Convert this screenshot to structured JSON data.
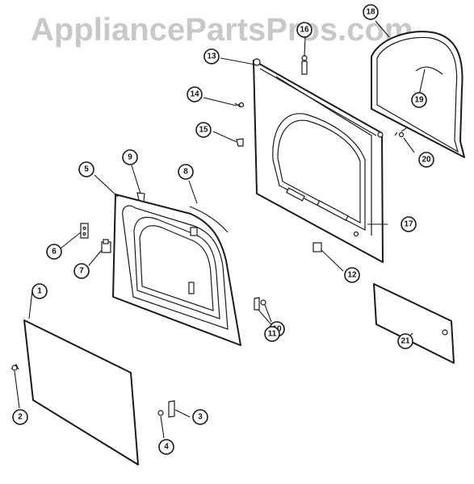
{
  "watermark": "AppliancePartsPros.com",
  "callouts": {
    "c1": "1",
    "c2": "2",
    "c3": "3",
    "c4": "4",
    "c5": "5",
    "c6": "6",
    "c7": "7",
    "c8": "8",
    "c9": "9",
    "c10": "10",
    "c11": "11",
    "c12": "12",
    "c13": "13",
    "c14": "14",
    "c15": "15",
    "c16": "16",
    "c17": "17",
    "c18": "18",
    "c19": "19",
    "c20": "20",
    "c21": "21"
  },
  "colors": {
    "line": "#1a1a1a",
    "watermark": "#c8c8c8",
    "background": "#ffffff"
  }
}
